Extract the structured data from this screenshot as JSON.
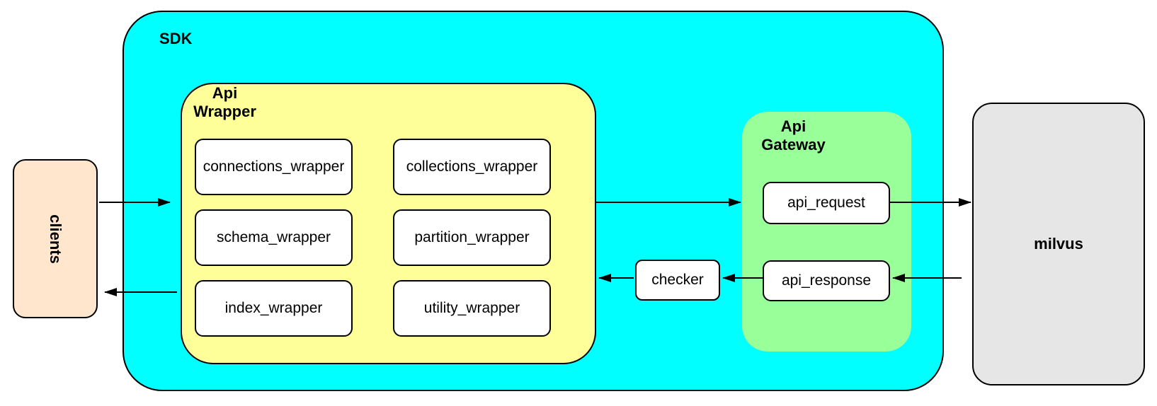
{
  "nodes": {
    "clients": "clients",
    "sdk": "SDK",
    "api_wrapper": {
      "label": "Api\nWrapper",
      "modules": [
        "connections_wrapper",
        "collections_wrapper",
        "schema_wrapper",
        "partition_wrapper",
        "index_wrapper",
        "utility_wrapper"
      ]
    },
    "checker": "checker",
    "api_gateway": {
      "label": "Api\nGateway",
      "boxes": [
        "api_request",
        "api_response"
      ]
    },
    "milvus": "milvus"
  },
  "edges": [
    {
      "from": "clients",
      "to": "api_wrapper"
    },
    {
      "from": "api_wrapper",
      "to": "clients"
    },
    {
      "from": "api_wrapper",
      "to": "api_gateway"
    },
    {
      "from": "api_request",
      "to": "milvus"
    },
    {
      "from": "milvus",
      "to": "api_response"
    },
    {
      "from": "api_response",
      "to": "checker"
    },
    {
      "from": "checker",
      "to": "api_wrapper"
    }
  ],
  "colors": {
    "background": "#ffffff",
    "sdk_fill": "#00ffff",
    "api_wrapper_fill": "#ffff99",
    "api_gateway_fill": "#99ff99",
    "clients_fill": "#ffe6cc",
    "milvus_fill": "#e6e6e6",
    "node_fill": "#ffffff",
    "stroke": "#000000"
  }
}
